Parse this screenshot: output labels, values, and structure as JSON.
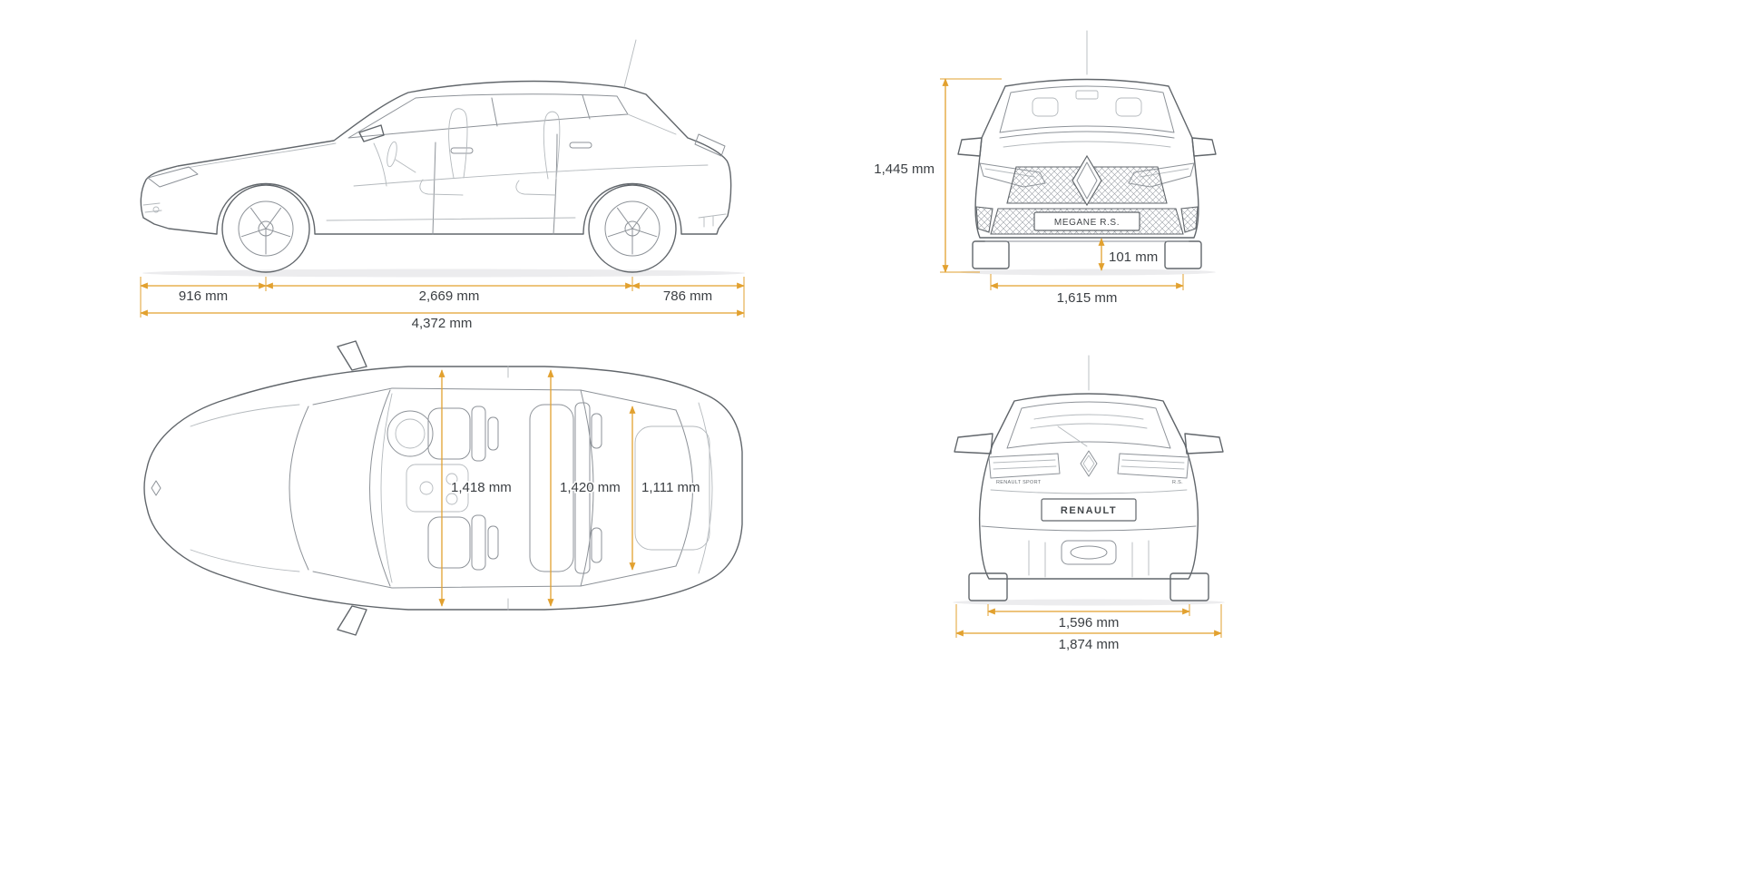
{
  "diagram": {
    "accent_color": "#E2A12F",
    "line_color": "#61666b",
    "background": "#ffffff"
  },
  "side_view": {
    "front_overhang": "916 mm",
    "wheelbase": "2,669 mm",
    "rear_overhang": "786 mm",
    "overall_length": "4,372 mm"
  },
  "front_view": {
    "overall_height": "1,445 mm",
    "ground_clearance": "101 mm",
    "front_track": "1,615 mm",
    "grille_badge": "MEGANE R.S."
  },
  "top_view": {
    "front_interior_width": "1,418 mm",
    "rear_interior_width": "1,420 mm",
    "boot_width": "1,111 mm"
  },
  "rear_view": {
    "plate_badge": "RENAULT",
    "left_badge": "RENAULT SPORT",
    "right_badge": "R.S.",
    "rear_track": "1,596 mm",
    "overall_width": "1,874 mm"
  }
}
